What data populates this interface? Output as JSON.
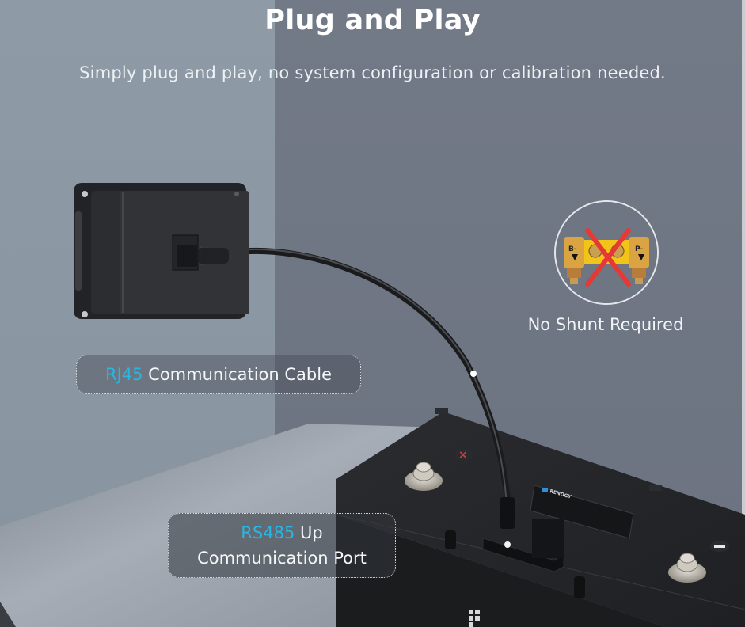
{
  "header": {
    "title": "Plug and Play",
    "subtitle": "Simply plug and play, no system configuration or calibration needed."
  },
  "features": {
    "no_shunt": {
      "label": "No Shunt Required",
      "icon": "shunt-crossed-out-icon",
      "shunt_marks": {
        "left": "B-",
        "right": "P-"
      }
    }
  },
  "callouts": {
    "rj45": {
      "accent": "RJ45",
      "text": " Communication Cable"
    },
    "rs485": {
      "accent": "RS485",
      "line1_rest": " Up",
      "line2": "Communication Port"
    }
  },
  "product": {
    "brand_label": "RENOGY",
    "monitor": "battery-monitor-display",
    "battery": "lithium-battery"
  },
  "colors": {
    "accent": "#29b6e3",
    "wall_left": "#8e9ba7",
    "wall_right": "#6f7683",
    "cross": "#e53935",
    "shunt_brass": "#d9a441"
  }
}
